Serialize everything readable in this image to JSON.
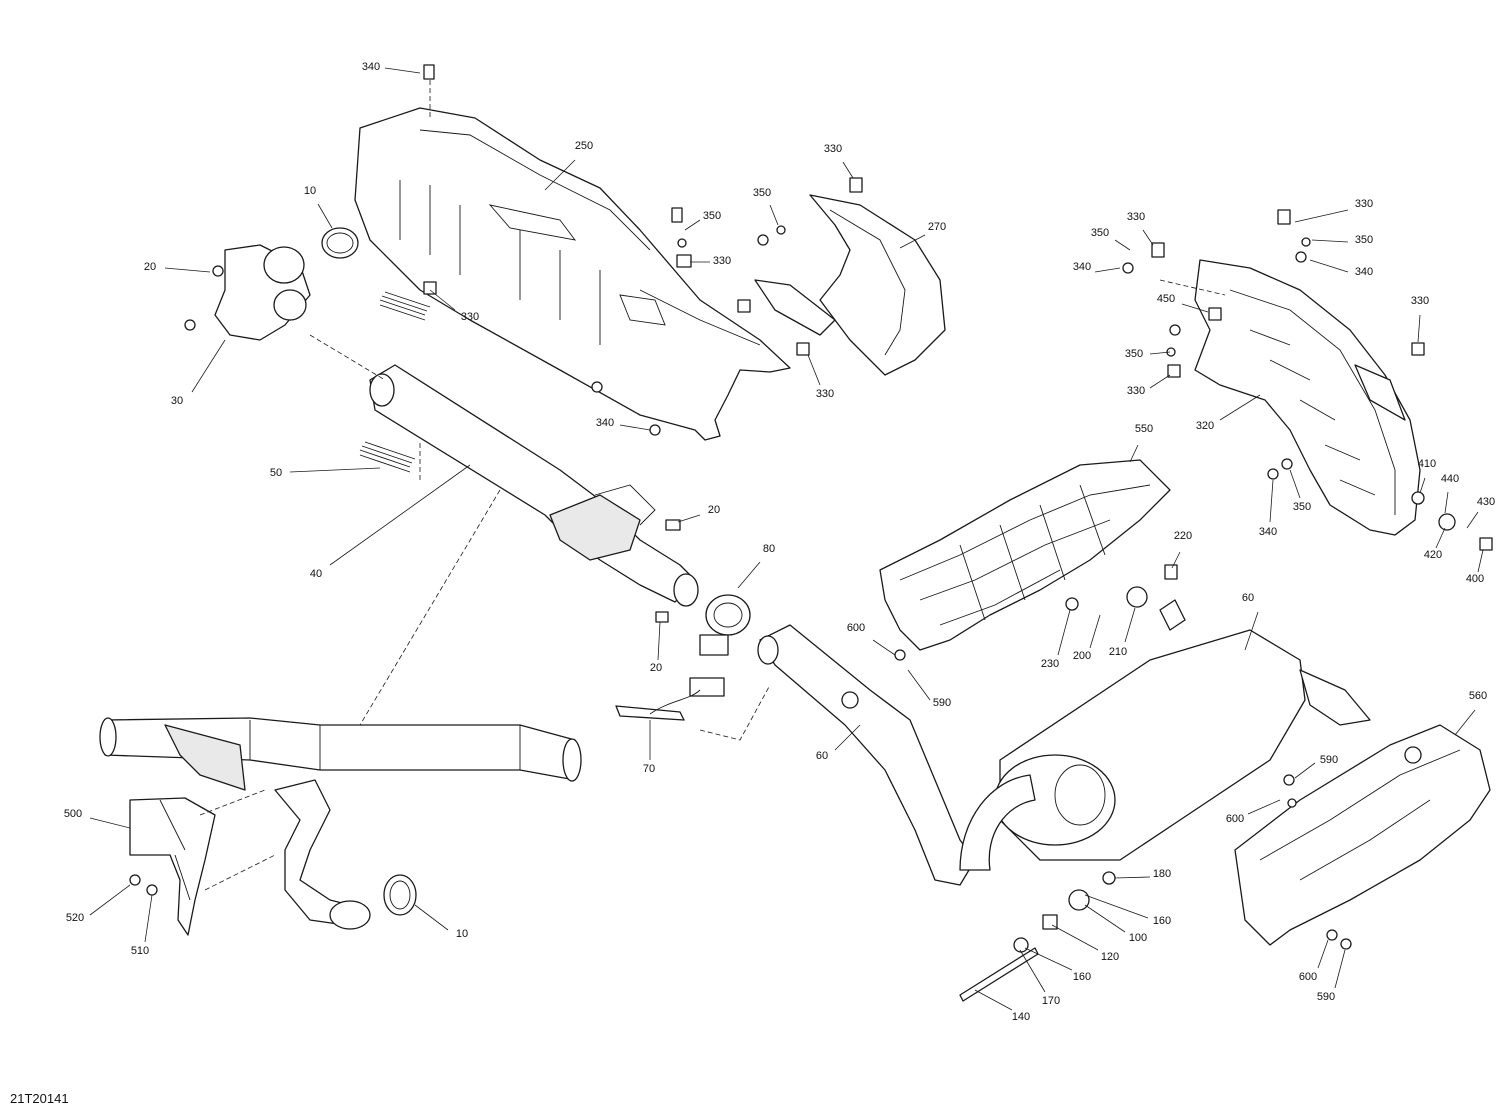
{
  "diagram": {
    "reference_code": "21T20141",
    "callouts": [
      {
        "id": "c-340-a",
        "label": "340"
      },
      {
        "id": "c-250",
        "label": "250"
      },
      {
        "id": "c-10-a",
        "label": "10"
      },
      {
        "id": "c-20-a",
        "label": "20"
      },
      {
        "id": "c-30",
        "label": "30"
      },
      {
        "id": "c-330-a",
        "label": "330"
      },
      {
        "id": "c-50",
        "label": "50"
      },
      {
        "id": "c-340-b",
        "label": "340"
      },
      {
        "id": "c-350-a",
        "label": "350"
      },
      {
        "id": "c-330-b",
        "label": "330"
      },
      {
        "id": "c-350-b",
        "label": "350"
      },
      {
        "id": "c-330-c",
        "label": "330"
      },
      {
        "id": "c-270",
        "label": "270"
      },
      {
        "id": "c-330-d",
        "label": "330"
      },
      {
        "id": "c-330-e",
        "label": "330"
      },
      {
        "id": "c-350-c",
        "label": "350"
      },
      {
        "id": "c-340-c",
        "label": "340"
      },
      {
        "id": "c-330-f",
        "label": "330"
      },
      {
        "id": "c-350-d",
        "label": "350"
      },
      {
        "id": "c-340-d",
        "label": "340"
      },
      {
        "id": "c-450",
        "label": "450"
      },
      {
        "id": "c-350-e",
        "label": "350"
      },
      {
        "id": "c-330-g",
        "label": "330"
      },
      {
        "id": "c-330-h",
        "label": "330"
      },
      {
        "id": "c-320",
        "label": "320"
      },
      {
        "id": "c-410",
        "label": "410"
      },
      {
        "id": "c-440",
        "label": "440"
      },
      {
        "id": "c-430",
        "label": "430"
      },
      {
        "id": "c-420",
        "label": "420"
      },
      {
        "id": "c-400",
        "label": "400"
      },
      {
        "id": "c-340-e",
        "label": "340"
      },
      {
        "id": "c-350-f",
        "label": "350"
      },
      {
        "id": "c-550",
        "label": "550"
      },
      {
        "id": "c-220",
        "label": "220"
      },
      {
        "id": "c-60-a",
        "label": "60"
      },
      {
        "id": "c-20-b",
        "label": "20"
      },
      {
        "id": "c-80",
        "label": "80"
      },
      {
        "id": "c-40",
        "label": "40"
      },
      {
        "id": "c-20-c",
        "label": "20"
      },
      {
        "id": "c-600-a",
        "label": "600"
      },
      {
        "id": "c-590-a",
        "label": "590"
      },
      {
        "id": "c-230",
        "label": "230"
      },
      {
        "id": "c-200",
        "label": "200"
      },
      {
        "id": "c-210",
        "label": "210"
      },
      {
        "id": "c-70",
        "label": "70"
      },
      {
        "id": "c-60-b",
        "label": "60"
      },
      {
        "id": "c-560",
        "label": "560"
      },
      {
        "id": "c-590-b",
        "label": "590"
      },
      {
        "id": "c-600-b",
        "label": "600"
      },
      {
        "id": "c-500",
        "label": "500"
      },
      {
        "id": "c-180",
        "label": "180"
      },
      {
        "id": "c-160-a",
        "label": "160"
      },
      {
        "id": "c-100",
        "label": "100"
      },
      {
        "id": "c-120",
        "label": "120"
      },
      {
        "id": "c-160-b",
        "label": "160"
      },
      {
        "id": "c-170",
        "label": "170"
      },
      {
        "id": "c-140",
        "label": "140"
      },
      {
        "id": "c-520",
        "label": "520"
      },
      {
        "id": "c-510",
        "label": "510"
      },
      {
        "id": "c-10-b",
        "label": "10"
      },
      {
        "id": "c-600-c",
        "label": "600"
      },
      {
        "id": "c-590-c",
        "label": "590"
      }
    ]
  }
}
